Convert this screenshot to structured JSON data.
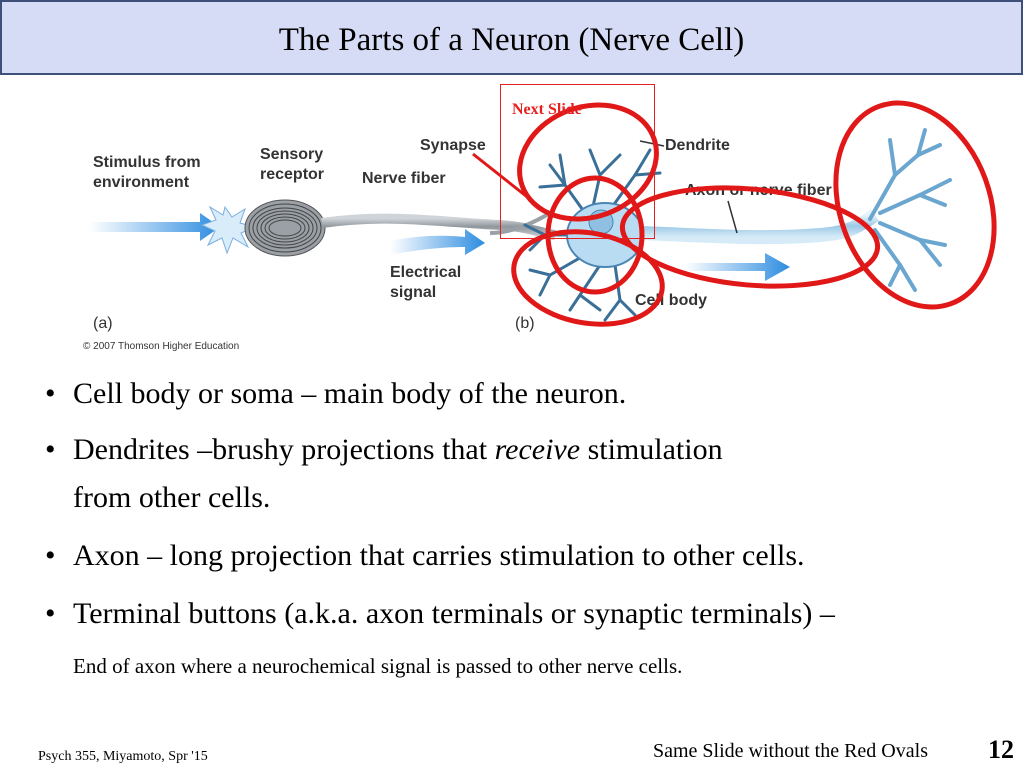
{
  "slide": {
    "title": "The Parts of a Neuron (Nerve Cell)",
    "footer_left": "Psych 355, Miyamoto, Spr '15",
    "footer_note": "Same Slide without the Red Ovals",
    "slide_number": "12"
  },
  "diagram": {
    "labels": {
      "stimulus_line1": "Stimulus from",
      "stimulus_line2": "environment",
      "receptor_line1": "Sensory",
      "receptor_line2": "receptor",
      "nerve_fiber": "Nerve fiber",
      "electrical_line1": "Electrical",
      "electrical_line2": "signal",
      "synapse": "Synapse",
      "dendrite": "Dendrite",
      "axon": "Axon or nerve fiber",
      "cell_body": "Cell body",
      "panel_a": "(a)",
      "panel_b": "(b)",
      "copyright": "© 2007 Thomson Higher Education"
    },
    "next_slide_link": "Next Slide",
    "oval_color": "#e01818"
  },
  "bullets": [
    {
      "text": "Cell body or soma – main body of the neuron."
    },
    {
      "pre": "Dendrites –brushy projections that ",
      "em": "receive",
      "post": " stimulation",
      "line2": "from other cells."
    },
    {
      "text": "Axon – long projection that carries stimulation to other cells."
    },
    {
      "text": "Terminal buttons (a.k.a. axon terminals or synaptic terminals) –",
      "subtext": "End of axon where a neurochemical signal is passed to other nerve cells."
    }
  ]
}
